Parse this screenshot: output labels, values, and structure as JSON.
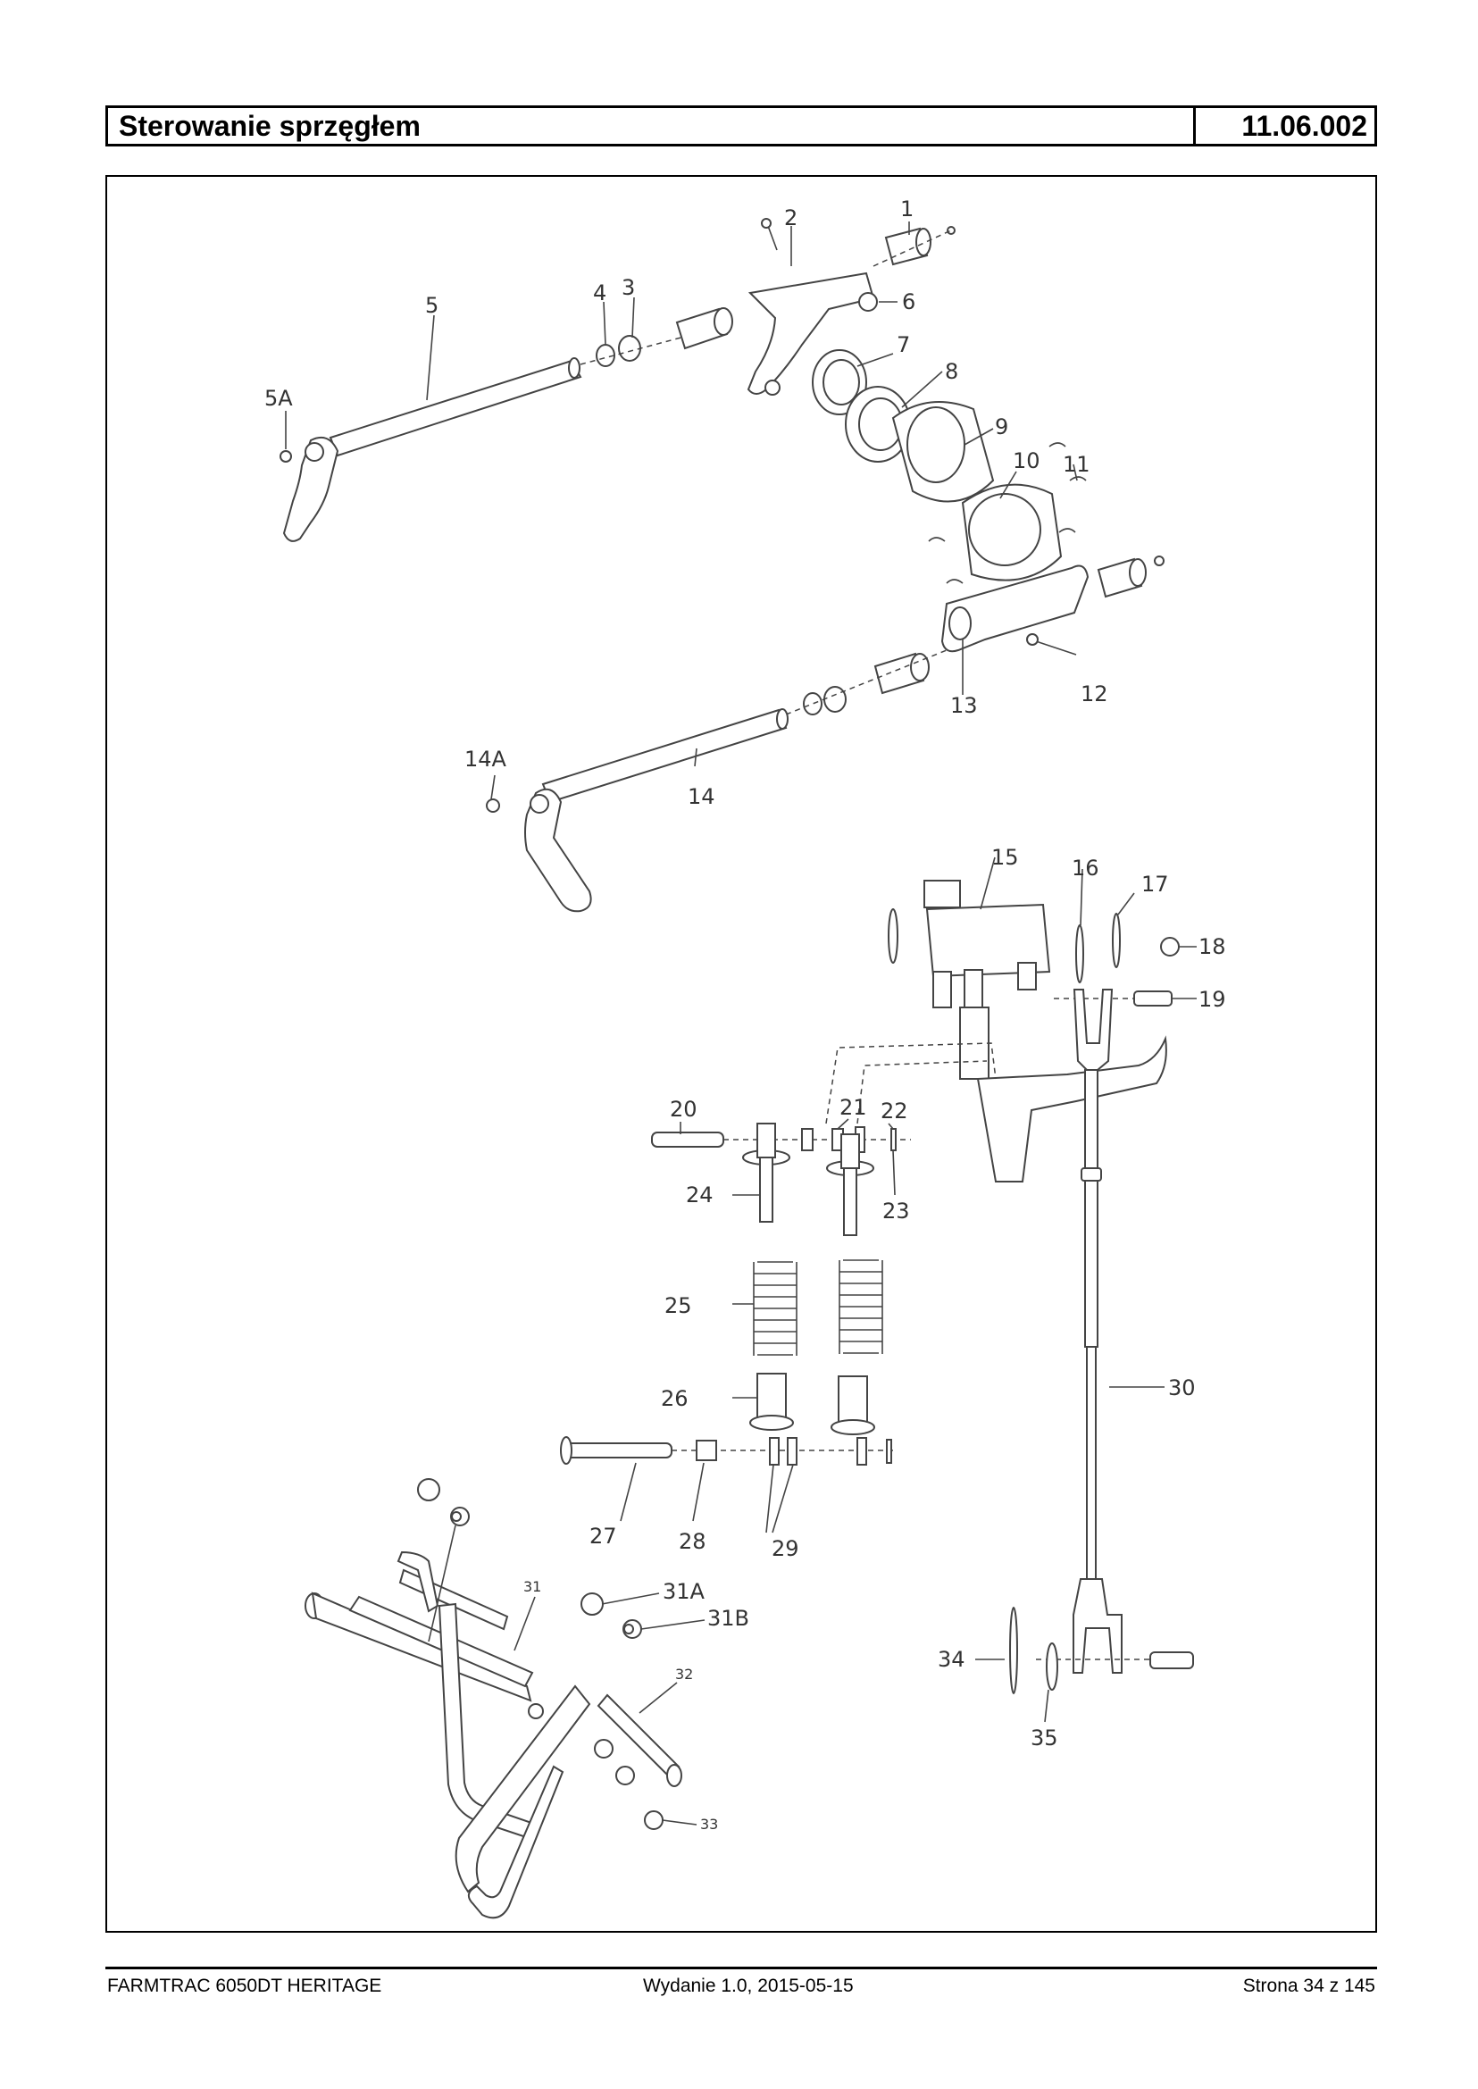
{
  "header": {
    "title": "Sterowanie sprzęgłem",
    "code": "11.06.002"
  },
  "labels": {
    "l1": "1",
    "l2": "2",
    "l3": "3",
    "l4": "4",
    "l5": "5",
    "l5a": "5A",
    "l6": "6",
    "l7": "7",
    "l8": "8",
    "l9": "9",
    "l10": "10",
    "l11": "11",
    "l12": "12",
    "l13": "13",
    "l14": "14",
    "l14a": "14A",
    "l15": "15",
    "l16": "16",
    "l17": "17",
    "l18": "18",
    "l19": "19",
    "l20": "20",
    "l21": "21",
    "l22": "22",
    "l23": "23",
    "l24": "24",
    "l25": "25",
    "l26": "26",
    "l27": "27",
    "l28": "28",
    "l29": "29",
    "l30": "30",
    "l31": "31",
    "l31a": "31A",
    "l31b": "31B",
    "l32": "32",
    "l33": "33",
    "l34": "34",
    "l35": "35"
  },
  "footer": {
    "left": "FARMTRAC 6050DT HERITAGE",
    "middle": "Wydanie 1.0,  2015-05-15",
    "right": "Strona 34 z 145"
  }
}
